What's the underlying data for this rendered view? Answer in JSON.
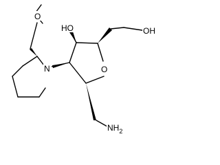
{
  "atoms": {
    "methoxy_o": "O",
    "hydroxy_3": "HO",
    "hydroxymethyl_oh": "OH",
    "pyrrolidine_n": "N",
    "ring_o": "O",
    "amine": "NH",
    "amine_subscript": "2"
  },
  "colors": {
    "bond": "#000000",
    "background": "#ffffff"
  }
}
